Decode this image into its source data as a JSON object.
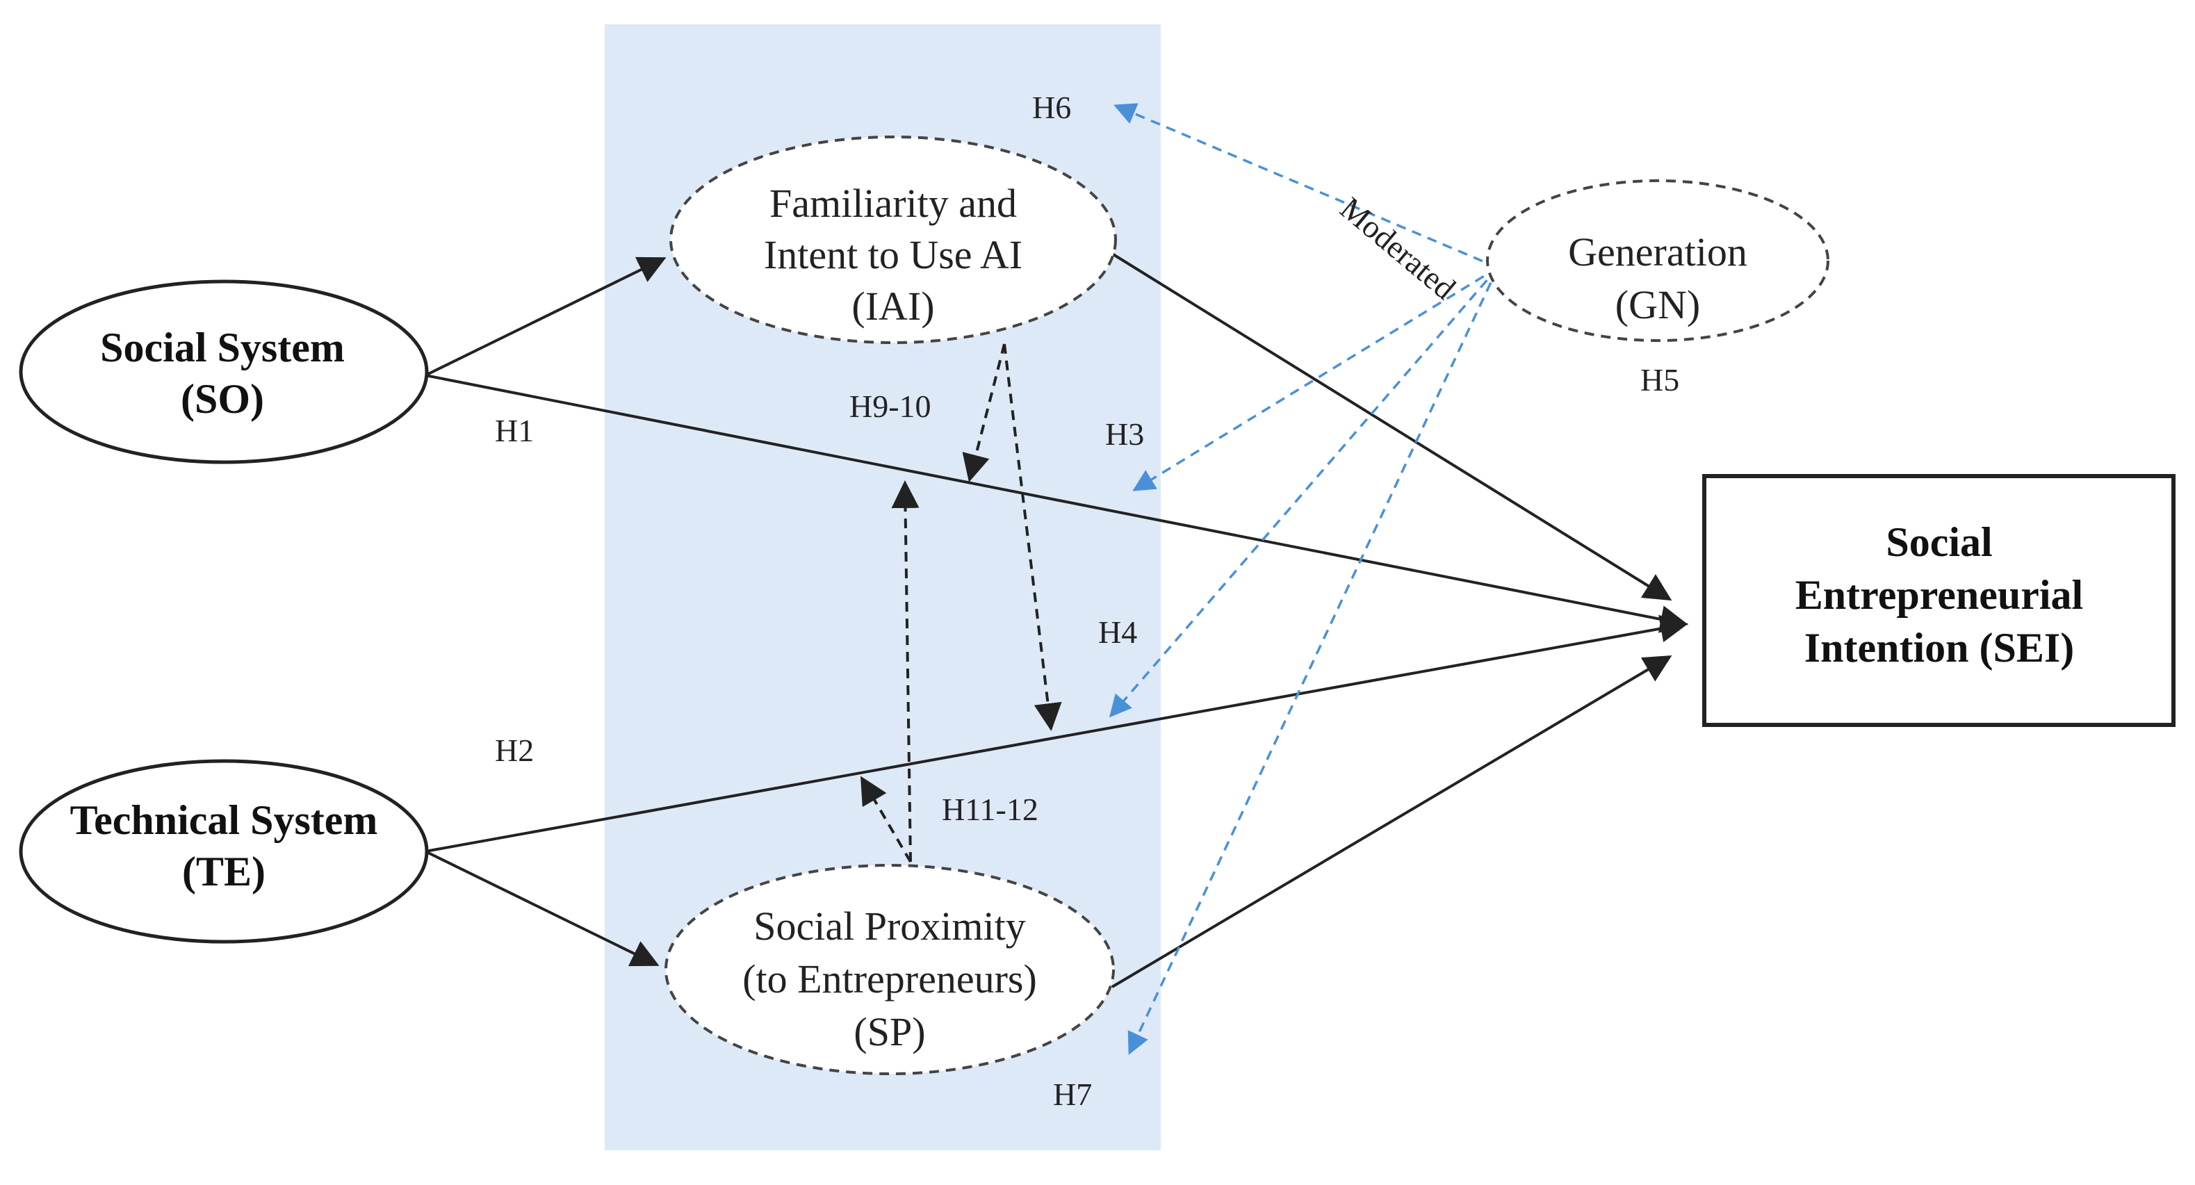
{
  "nodes": {
    "so": {
      "line1": "Social System",
      "line2": "(SO)"
    },
    "te": {
      "line1": "Technical System",
      "line2": "(TE)"
    },
    "iai": {
      "line1": "Familiarity and",
      "line2": "Intent to Use AI",
      "line3": "(IAI)"
    },
    "sp": {
      "line1": "Social Proximity",
      "line2": "(to Entrepreneurs)",
      "line3": "(SP)"
    },
    "gn": {
      "line1": "Generation",
      "line2": "(GN)"
    },
    "sei": {
      "line1": "Social",
      "line2": "Entrepreneurial",
      "line3": "Intention (SEI)"
    }
  },
  "hypotheses": {
    "h1": "H1",
    "h2": "H2",
    "h3": "H3",
    "h4": "H4",
    "h5": "H5",
    "h6": "H6",
    "h7": "H7",
    "h9_10": "H9-10",
    "h11_12": "H11-12",
    "moderated": "Moderated"
  },
  "colors": {
    "panel": "#dde9f7",
    "solid_arrow": "#222222",
    "dashed_arrow": "#222222",
    "moderation_arrow": "#4a90d9"
  }
}
